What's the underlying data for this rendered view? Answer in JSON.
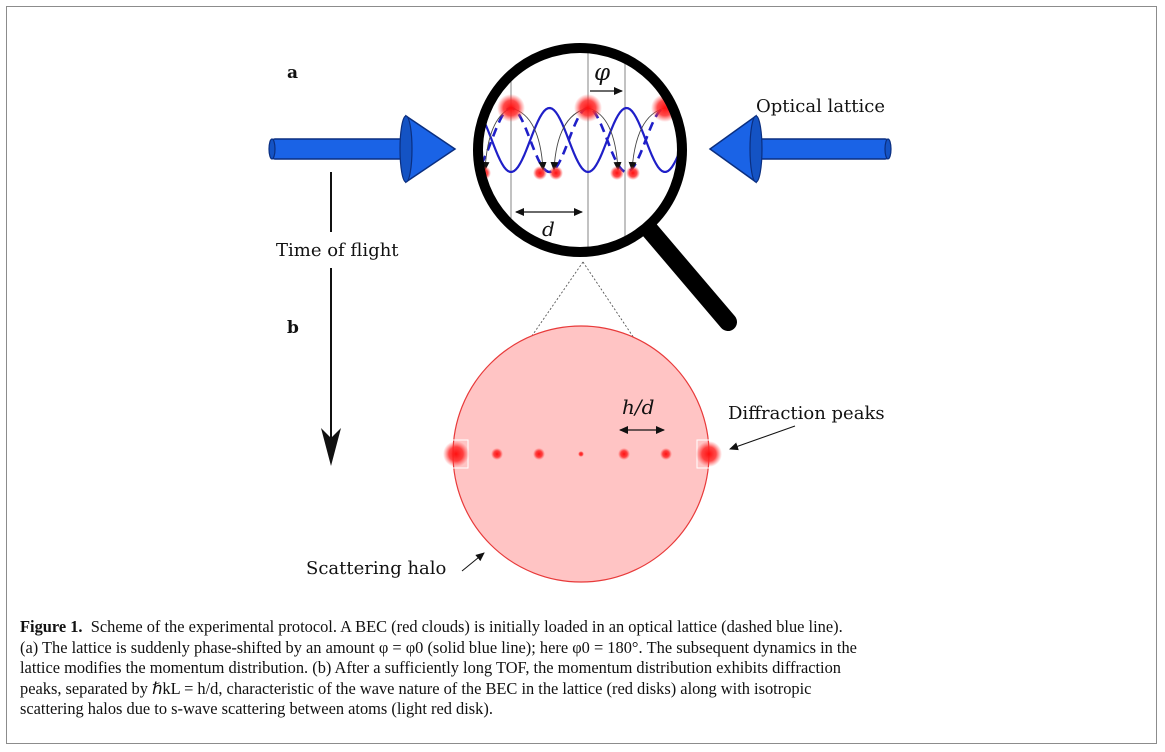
{
  "figure": {
    "panel_a": "a",
    "panel_b": "b",
    "label_optical_lattice": "Optical lattice",
    "label_time_of_flight": "Time of flight",
    "label_phi": "φ",
    "label_d": "d",
    "label_h_over_d": "h/d",
    "label_diffraction_peaks": "Diffraction peaks",
    "label_scattering_halo": "Scattering halo",
    "colors": {
      "beam_blue": "#1a63e6",
      "wave_blue": "#1f1fc8",
      "atom_red": "#ff1a1a",
      "halo_fill": "#ffc4c4",
      "halo_stroke": "#e83a3a"
    }
  },
  "caption": {
    "label": "Figure 1.",
    "line1": "Scheme of the experimental protocol. A BEC (red clouds) is initially loaded in an optical lattice (dashed blue line).",
    "line2": "(a) The lattice is suddenly phase-shifted by an amount φ = φ0 (solid blue line); here φ0 = 180°. The subsequent dynamics in the",
    "line3": "lattice modifies the momentum distribution. (b) After a sufficiently long TOF, the momentum distribution exhibits diffraction",
    "line4": "peaks, separated by ℏkL = h/d, characteristic of the wave nature of the BEC in the lattice (red disks) along with isotropic",
    "line5": "scattering halos due to s-wave scattering between atoms (light red disk)."
  }
}
